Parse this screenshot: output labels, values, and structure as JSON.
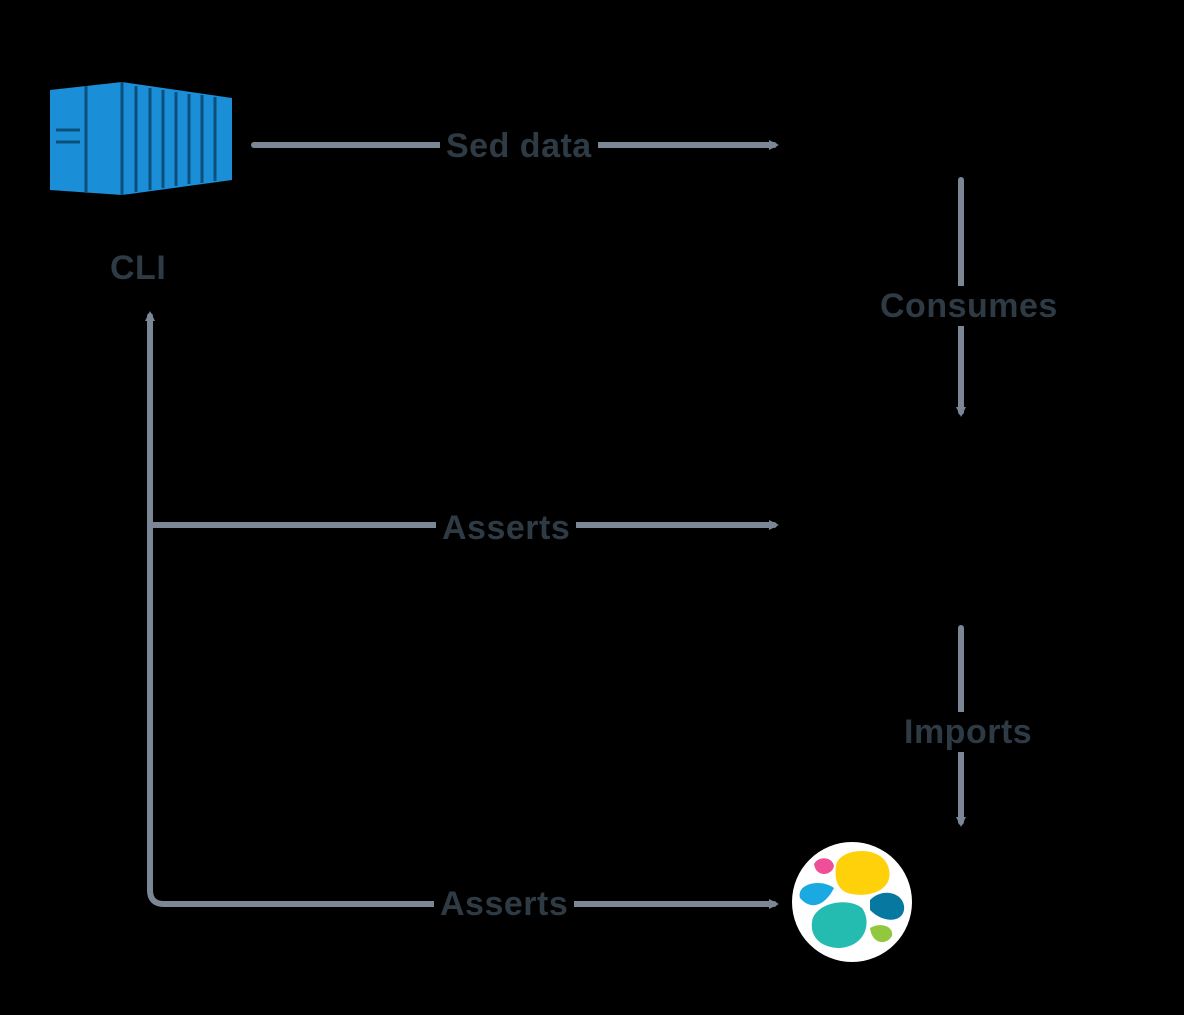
{
  "diagram": {
    "nodes": {
      "cli": {
        "label": "CLI",
        "icon": "container-icon",
        "color": "#1a8fd8"
      },
      "elastic": {
        "icon": "elastic-logo-icon",
        "colors": [
          "#fed10a",
          "#f04e98",
          "#1ba9e1",
          "#0779a1",
          "#24bbb1",
          "#93c83e"
        ]
      }
    },
    "edges": {
      "send_data": {
        "label": "Sed data"
      },
      "consumes": {
        "label": "Consumes"
      },
      "asserts_top": {
        "label": "Asserts"
      },
      "imports": {
        "label": "Imports"
      },
      "asserts_bottom": {
        "label": "Asserts"
      }
    },
    "colors": {
      "background": "#000000",
      "arrow": "#7b8794",
      "text": "#2e3a44"
    }
  }
}
